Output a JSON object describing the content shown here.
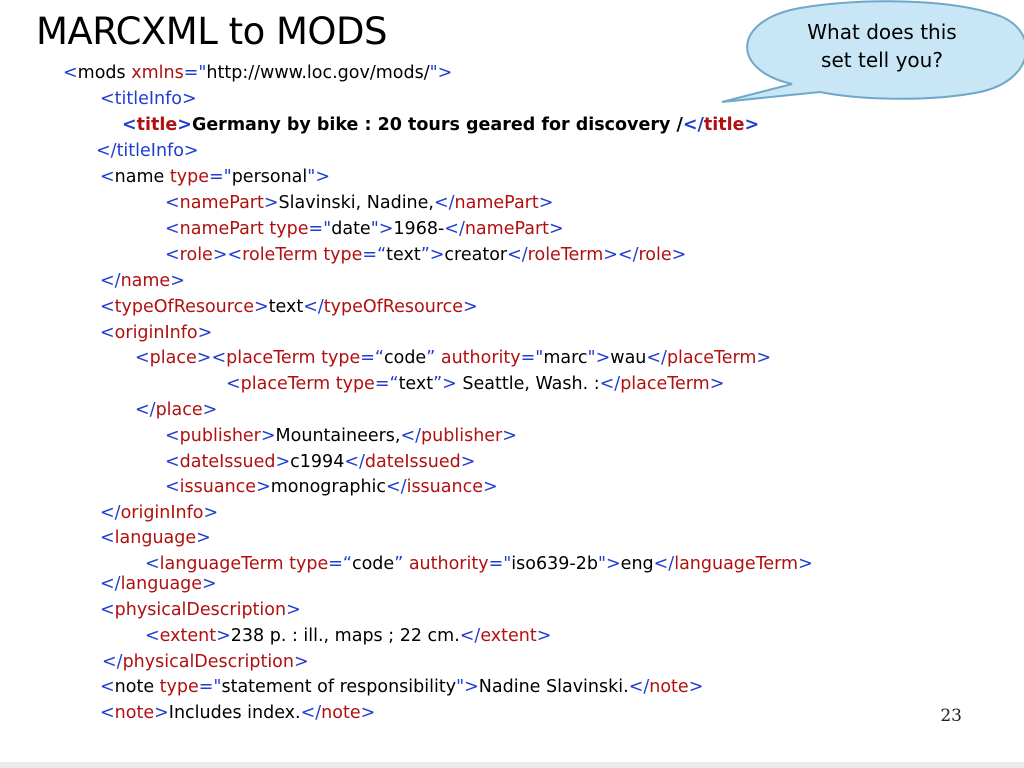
{
  "slide": {
    "title": "MARCXML to MODS",
    "callout": {
      "line1": "What does this",
      "line2": "set tell you?"
    },
    "page_number": "23"
  },
  "colors": {
    "tag": "#1f3dd0",
    "attribute": "#b01010",
    "callout_fill": "#c9e6f6",
    "callout_stroke": "#6fa8c8"
  },
  "code_lines": [
    [
      [
        "b",
        "<"
      ],
      [
        "k",
        "mods "
      ],
      [
        "r",
        "xmlns"
      ],
      [
        "b",
        "=\""
      ],
      [
        "k",
        "http://www.loc.gov/mods/"
      ],
      [
        "b",
        "\">"
      ]
    ],
    [
      [
        "b",
        "<"
      ],
      [
        "b",
        "titleInfo"
      ],
      [
        "b",
        ">"
      ]
    ],
    [
      [
        "b",
        "<"
      ],
      [
        "r",
        "title"
      ],
      [
        "b",
        ">"
      ],
      [
        "k",
        "Germany by bike : 20 tours geared for discovery /"
      ],
      [
        "b",
        "</"
      ],
      [
        "r",
        "title"
      ],
      [
        "b",
        ">"
      ]
    ],
    [
      [
        "b",
        "</"
      ],
      [
        "b",
        "titleInfo"
      ],
      [
        "b",
        ">"
      ]
    ],
    [
      [
        "b",
        "<"
      ],
      [
        "k",
        "name "
      ],
      [
        "r",
        "type"
      ],
      [
        "b",
        "=\""
      ],
      [
        "k",
        "personal"
      ],
      [
        "b",
        "\">"
      ]
    ],
    [
      [
        "b",
        "<"
      ],
      [
        "r",
        "namePart"
      ],
      [
        "b",
        ">"
      ],
      [
        "k",
        "Slavinski, Nadine,"
      ],
      [
        "b",
        "</"
      ],
      [
        "r",
        "namePart"
      ],
      [
        "b",
        ">"
      ]
    ],
    [
      [
        "b",
        "<"
      ],
      [
        "r",
        "namePart "
      ],
      [
        "r",
        "type"
      ],
      [
        "b",
        "=\""
      ],
      [
        "k",
        "date"
      ],
      [
        "b",
        "\">"
      ],
      [
        "k",
        "1968-"
      ],
      [
        "b",
        "</"
      ],
      [
        "r",
        "namePart"
      ],
      [
        "b",
        ">"
      ]
    ],
    [
      [
        "b",
        "<"
      ],
      [
        "r",
        "role"
      ],
      [
        "b",
        ">"
      ],
      [
        "b",
        "<"
      ],
      [
        "r",
        "roleTerm "
      ],
      [
        "r",
        "type"
      ],
      [
        "b",
        "=“"
      ],
      [
        "k",
        "text"
      ],
      [
        "b",
        "”>"
      ],
      [
        "k",
        "creator"
      ],
      [
        "b",
        "</"
      ],
      [
        "r",
        "roleTerm"
      ],
      [
        "b",
        ">"
      ],
      [
        "b",
        "</"
      ],
      [
        "r",
        "role"
      ],
      [
        "b",
        ">"
      ]
    ],
    [
      [
        "b",
        "</"
      ],
      [
        "r",
        "name"
      ],
      [
        "b",
        ">"
      ]
    ],
    [
      [
        "b",
        "<"
      ],
      [
        "r",
        "typeOfResource"
      ],
      [
        "b",
        ">"
      ],
      [
        "k",
        "text"
      ],
      [
        "b",
        "</"
      ],
      [
        "r",
        "typeOfResource"
      ],
      [
        "b",
        ">"
      ]
    ],
    [
      [
        "b",
        "<"
      ],
      [
        "r",
        "originInfo"
      ],
      [
        "b",
        ">"
      ]
    ],
    [
      [
        "b",
        "<"
      ],
      [
        "r",
        "place"
      ],
      [
        "b",
        ">"
      ],
      [
        "b",
        "<"
      ],
      [
        "r",
        "placeTerm "
      ],
      [
        "r",
        "type"
      ],
      [
        "b",
        "=“"
      ],
      [
        "k",
        "code"
      ],
      [
        "b",
        "” "
      ],
      [
        "r",
        "authority"
      ],
      [
        "b",
        "=\""
      ],
      [
        "k",
        "marc"
      ],
      [
        "b",
        "\">"
      ],
      [
        "k",
        "wau"
      ],
      [
        "b",
        "</"
      ],
      [
        "r",
        "placeTerm"
      ],
      [
        "b",
        ">"
      ]
    ],
    [
      [
        "b",
        "<"
      ],
      [
        "r",
        "placeTerm "
      ],
      [
        "r",
        "type"
      ],
      [
        "b",
        "=“"
      ],
      [
        "k",
        "text"
      ],
      [
        "b",
        "”> "
      ],
      [
        "k",
        "Seattle, Wash. :"
      ],
      [
        "b",
        "</"
      ],
      [
        "r",
        "placeTerm"
      ],
      [
        "b",
        ">"
      ]
    ],
    [
      [
        "b",
        "</"
      ],
      [
        "r",
        "place"
      ],
      [
        "b",
        ">"
      ]
    ],
    [
      [
        "b",
        "<"
      ],
      [
        "r",
        "publisher"
      ],
      [
        "b",
        ">"
      ],
      [
        "k",
        "Mountaineers,"
      ],
      [
        "b",
        "</"
      ],
      [
        "r",
        "publisher"
      ],
      [
        "b",
        ">"
      ]
    ],
    [
      [
        "b",
        "<"
      ],
      [
        "r",
        "dateIssued"
      ],
      [
        "b",
        ">"
      ],
      [
        "k",
        "c1994"
      ],
      [
        "b",
        "</"
      ],
      [
        "r",
        "dateIssued"
      ],
      [
        "b",
        ">"
      ]
    ],
    [
      [
        "b",
        "<"
      ],
      [
        "r",
        "issuance"
      ],
      [
        "b",
        ">"
      ],
      [
        "k",
        "monographic"
      ],
      [
        "b",
        "</"
      ],
      [
        "r",
        "issuance"
      ],
      [
        "b",
        ">"
      ]
    ],
    [
      [
        "b",
        "</"
      ],
      [
        "r",
        "originInfo"
      ],
      [
        "b",
        ">"
      ]
    ],
    [
      [
        "b",
        "<"
      ],
      [
        "r",
        "language"
      ],
      [
        "b",
        ">"
      ]
    ],
    [
      [
        "b",
        "<"
      ],
      [
        "r",
        "languageTerm "
      ],
      [
        "r",
        "type"
      ],
      [
        "b",
        "=“"
      ],
      [
        "k",
        "code"
      ],
      [
        "b",
        "” "
      ],
      [
        "r",
        "authority"
      ],
      [
        "b",
        "=\""
      ],
      [
        "k",
        "iso639-2b"
      ],
      [
        "b",
        "\">"
      ],
      [
        "k",
        "eng"
      ],
      [
        "b",
        "</"
      ],
      [
        "r",
        "languageTerm"
      ],
      [
        "b",
        ">"
      ]
    ],
    [
      [
        "b",
        "</"
      ],
      [
        "r",
        "language"
      ],
      [
        "b",
        ">"
      ]
    ],
    [
      [
        "b",
        "<"
      ],
      [
        "r",
        "physicalDescription"
      ],
      [
        "b",
        ">"
      ]
    ],
    [
      [
        "b",
        "<"
      ],
      [
        "r",
        "extent"
      ],
      [
        "b",
        ">"
      ],
      [
        "k",
        "238 p. : ill., maps ; 22 cm."
      ],
      [
        "b",
        "</"
      ],
      [
        "r",
        "extent"
      ],
      [
        "b",
        ">"
      ]
    ],
    [
      [
        "b",
        "</"
      ],
      [
        "r",
        "physicalDescription"
      ],
      [
        "b",
        ">"
      ]
    ],
    [
      [
        "b",
        "<"
      ],
      [
        "k",
        "note "
      ],
      [
        "r",
        "type"
      ],
      [
        "b",
        "=\""
      ],
      [
        "k",
        "statement of responsibility"
      ],
      [
        "b",
        "\">"
      ],
      [
        "k",
        "Nadine Slavinski."
      ],
      [
        "b",
        "</"
      ],
      [
        "r",
        "note"
      ],
      [
        "b",
        ">"
      ]
    ],
    [
      [
        "b",
        "<"
      ],
      [
        "r",
        "note"
      ],
      [
        "b",
        ">"
      ],
      [
        "k",
        "Includes index."
      ],
      [
        "b",
        "</"
      ],
      [
        "r",
        "note"
      ],
      [
        "b",
        ">"
      ]
    ]
  ]
}
